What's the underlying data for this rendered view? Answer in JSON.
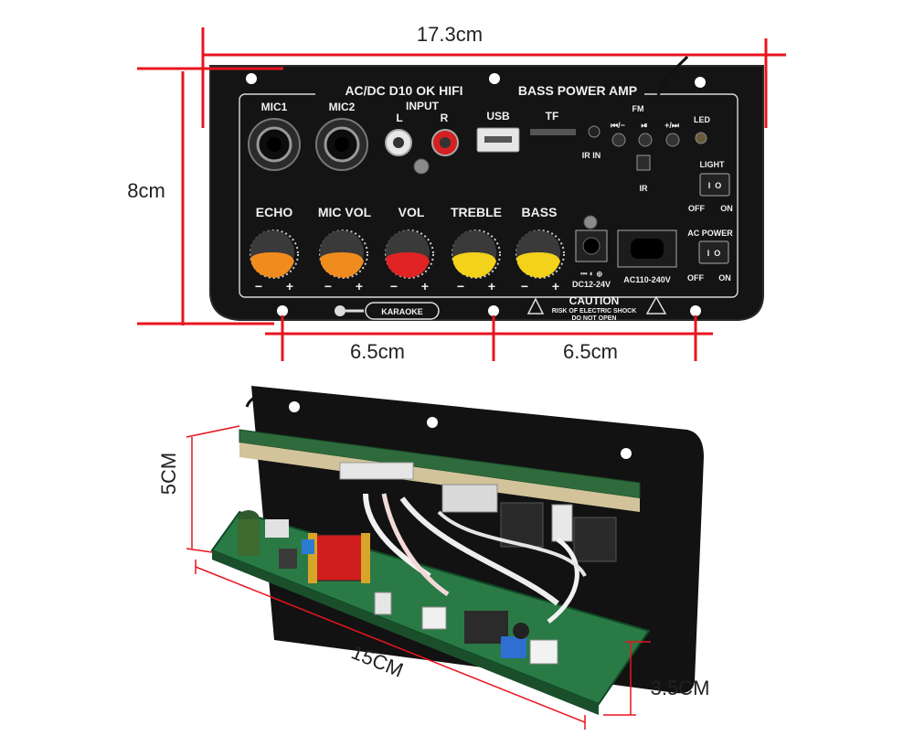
{
  "dimensions": {
    "width_front": "17.3cm",
    "height_front": "8cm",
    "hole_left": "6.5cm",
    "hole_right": "6.5cm",
    "height_board": "5CM",
    "length_board": "15CM",
    "depth_board": "3.5CM"
  },
  "panel": {
    "title_left": "AC/DC D10 OK HIFI",
    "title_right": "BASS POWER AMP",
    "mic1": "MIC1",
    "mic2": "MIC2",
    "input": "INPUT",
    "input_l": "L",
    "input_r": "R",
    "usb": "USB",
    "tf": "TF",
    "fm": "FM",
    "prev": "⏮/−",
    "play": "⏯",
    "next": "+/⏭",
    "led": "LED",
    "ir_in": "IR IN",
    "ir": "IR",
    "light": "LIGHT",
    "light_off": "OFF",
    "light_on": "ON",
    "ac_power": "AC POWER",
    "ac_off": "OFF",
    "ac_on": "ON",
    "knobs": [
      {
        "label": "ECHO",
        "color": "#f08c1e"
      },
      {
        "label": "MIC VOL",
        "color": "#f08c1e"
      },
      {
        "label": "VOL",
        "color": "#e02424"
      },
      {
        "label": "TREBLE",
        "color": "#f2d21a"
      },
      {
        "label": "BASS",
        "color": "#f2d21a"
      }
    ],
    "minus": "−",
    "plus": "+",
    "dc": "DC12-24V",
    "ac": "AC110-240V",
    "karaoke": "KARAOKE",
    "caution": "CAUTION",
    "caution_line1": "RISK OF ELECTRIC SHOCK",
    "caution_line2": "DO NOT OPEN"
  },
  "colors": {
    "dimension_red": "#e8141e",
    "panel_black": "#141414",
    "pcb_green": "#1f6b3c"
  }
}
